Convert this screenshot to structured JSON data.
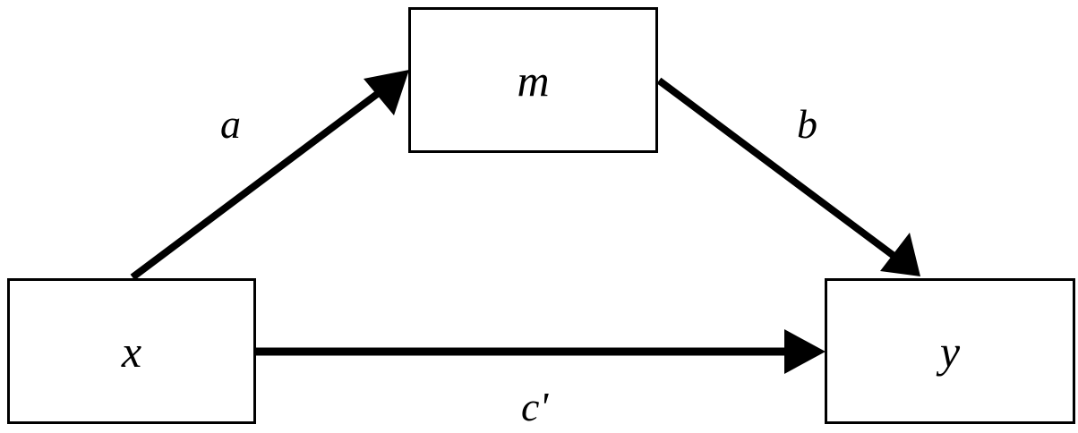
{
  "nodes": {
    "m": "m",
    "x": "x",
    "y": "y"
  },
  "edges": {
    "a": "a",
    "b": "b",
    "c": "c'"
  },
  "colors": {
    "stroke": "#000000",
    "background": "#ffffff"
  }
}
